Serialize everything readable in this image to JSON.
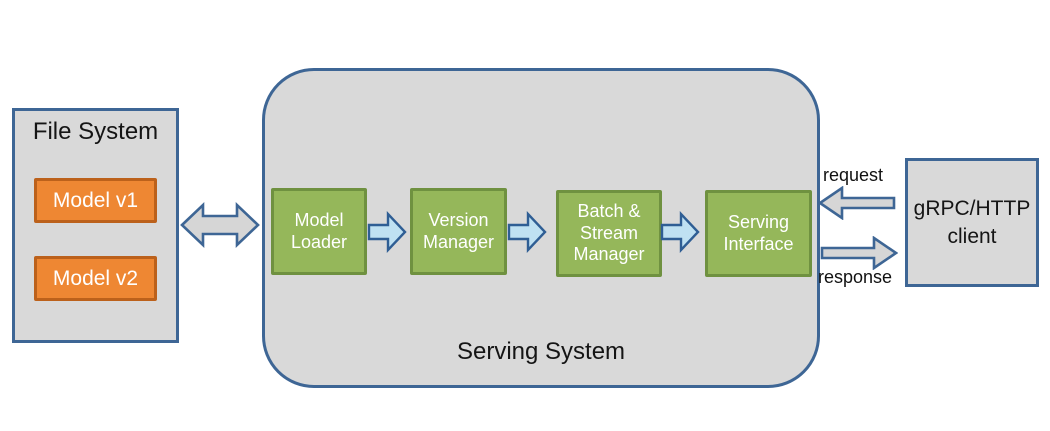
{
  "file_system": {
    "title": "File System",
    "models": [
      {
        "label": "Model v1"
      },
      {
        "label": "Model v2"
      }
    ]
  },
  "serving_system": {
    "title": "Serving System",
    "components": [
      {
        "label": "Model\nLoader"
      },
      {
        "label": "Version\nManager"
      },
      {
        "label": "Batch &\nStream\nManager"
      },
      {
        "label": "Serving\nInterface"
      }
    ]
  },
  "client": {
    "label": "gRPC/HTTP\nclient"
  },
  "flow_labels": {
    "request": "request",
    "response": "response"
  },
  "colors": {
    "container_fill": "#d9d9d9",
    "outline_blue": "#3e6695",
    "component_green_fill": "#95b75a",
    "component_green_border": "#6f9140",
    "model_orange_fill": "#ee8733",
    "model_orange_border": "#bc611b",
    "flow_arrow_fill": "#bfe1f2",
    "flow_arrow_border": "#2f5e94",
    "gray_arrow_fill": "#d6d6d6"
  }
}
